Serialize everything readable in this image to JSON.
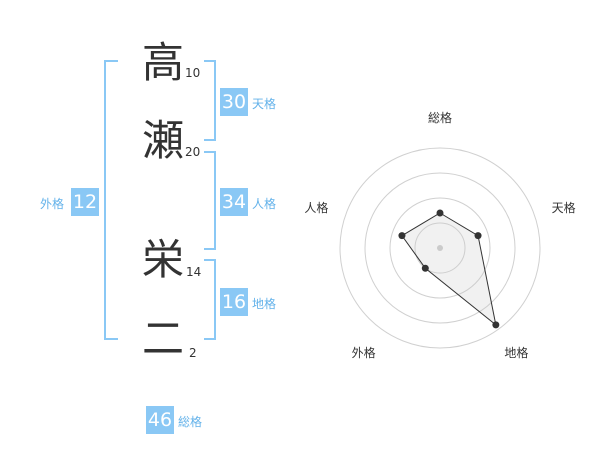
{
  "name": {
    "chars": [
      {
        "char": "高",
        "strokes": "10"
      },
      {
        "char": "瀬",
        "strokes": "20"
      },
      {
        "char": "栄",
        "strokes": "14"
      },
      {
        "char": "二",
        "strokes": "2"
      }
    ]
  },
  "scores": {
    "tenkaku": {
      "value": "30",
      "label": "天格"
    },
    "jinkaku": {
      "value": "34",
      "label": "人格"
    },
    "chikaku": {
      "value": "16",
      "label": "地格"
    },
    "gaikaku": {
      "value": "12",
      "label": "外格"
    },
    "soukaku": {
      "value": "46",
      "label": "総格"
    }
  },
  "colors": {
    "accent": "#8ac8f5",
    "label": "#63b2ea"
  },
  "chart_data": {
    "type": "radar",
    "axes": [
      "総格",
      "天格",
      "地格",
      "外格",
      "人格"
    ],
    "values": [
      0.35,
      0.4,
      0.95,
      0.25,
      0.4
    ],
    "rings": 4,
    "range": [
      0,
      1
    ]
  }
}
